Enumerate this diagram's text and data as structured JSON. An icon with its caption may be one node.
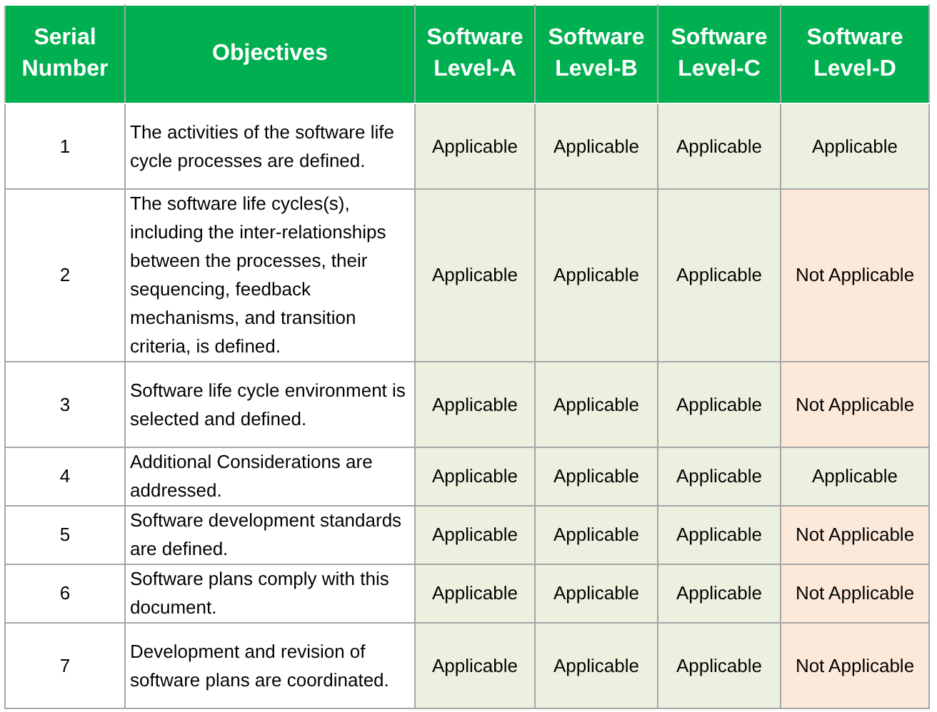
{
  "diagram": {
    "labels": [
      "Serial Number",
      "Objectives",
      "Software Level-A",
      "Software Level-B",
      "Software Level-C",
      "Software Level-D",
      "1",
      "The activities of the software life cycle processes are defined.",
      "Applicable",
      "Applicable",
      "Applicable",
      "Applicable",
      "2",
      "The software life cycles(s), including the inter-relationships between the processes, their sequencing, feedback mechanisms, and transition criteria, is defined.",
      "Applicable",
      "Applicable",
      "Applicable",
      "Not Applicable",
      "3",
      "Software life cycle environment is selected and defined.",
      "Applicable",
      "Applicable",
      "Applicable",
      "Not Applicable",
      "4",
      "Additional Considerations are addressed.",
      "Applicable",
      "Applicable",
      "Applicable",
      "Applicable",
      "5",
      "Software development standards are defined.",
      "Applicable",
      "Applicable",
      "Applicable",
      "Not Applicable",
      "6",
      "Software plans comply with this document.",
      "Applicable",
      "Applicable",
      "Applicable",
      "Not Applicable",
      "7",
      "Development and revision of software plans are coordinated.",
      "Applicable",
      "Applicable",
      "Applicable",
      "Not Applicable"
    ]
  }
}
